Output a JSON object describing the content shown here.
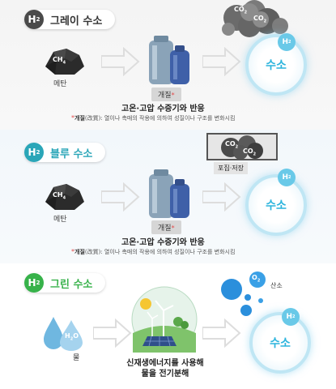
{
  "colors": {
    "gray": "#4a4a4a",
    "blue": "#2aa6b8",
    "green": "#37b24a",
    "hydrogen": "#2cb4dd",
    "arrow": "#e4e4e4"
  },
  "badge": {
    "main": "H",
    "sub": "2"
  },
  "gray": {
    "title": "그레이 수소",
    "methane_formula": "CH",
    "methane_sub": "4",
    "methane_label": "메탄",
    "reform_label": "개질",
    "star": "*",
    "process": "고온·고압 수증기와 반응",
    "note_star": "*",
    "note_bold": "개질",
    "note_rest": "(改質): 열이나 촉매의 작용에 의하여 성질이나 구조를 변화시킴",
    "co2_main": "CO",
    "co2_sub": "2",
    "hydrogen_label": "수소"
  },
  "blue": {
    "title": "블루 수소",
    "methane_formula": "CH",
    "methane_sub": "4",
    "methane_label": "메탄",
    "reform_label": "개질",
    "star": "*",
    "process": "고온·고압 수증기와 반응",
    "note_star": "*",
    "note_bold": "개질",
    "note_rest": "(改質): 열이나 촉매의 작용에 의하여 성질이나 구조를 변화시킴",
    "co2_main": "CO",
    "co2_sub": "2",
    "capture_label": "포집·저장",
    "hydrogen_label": "수소"
  },
  "green": {
    "title": "그린 수소",
    "water_main": "H",
    "water_sub": "2",
    "water_end": "O",
    "water_label": "물",
    "process_line1": "신재생에너지를 사용해",
    "process_line2": "물을 전기분해",
    "o2_main": "O",
    "o2_sub": "2",
    "oxygen_label": "산소",
    "hydrogen_label": "수소"
  }
}
